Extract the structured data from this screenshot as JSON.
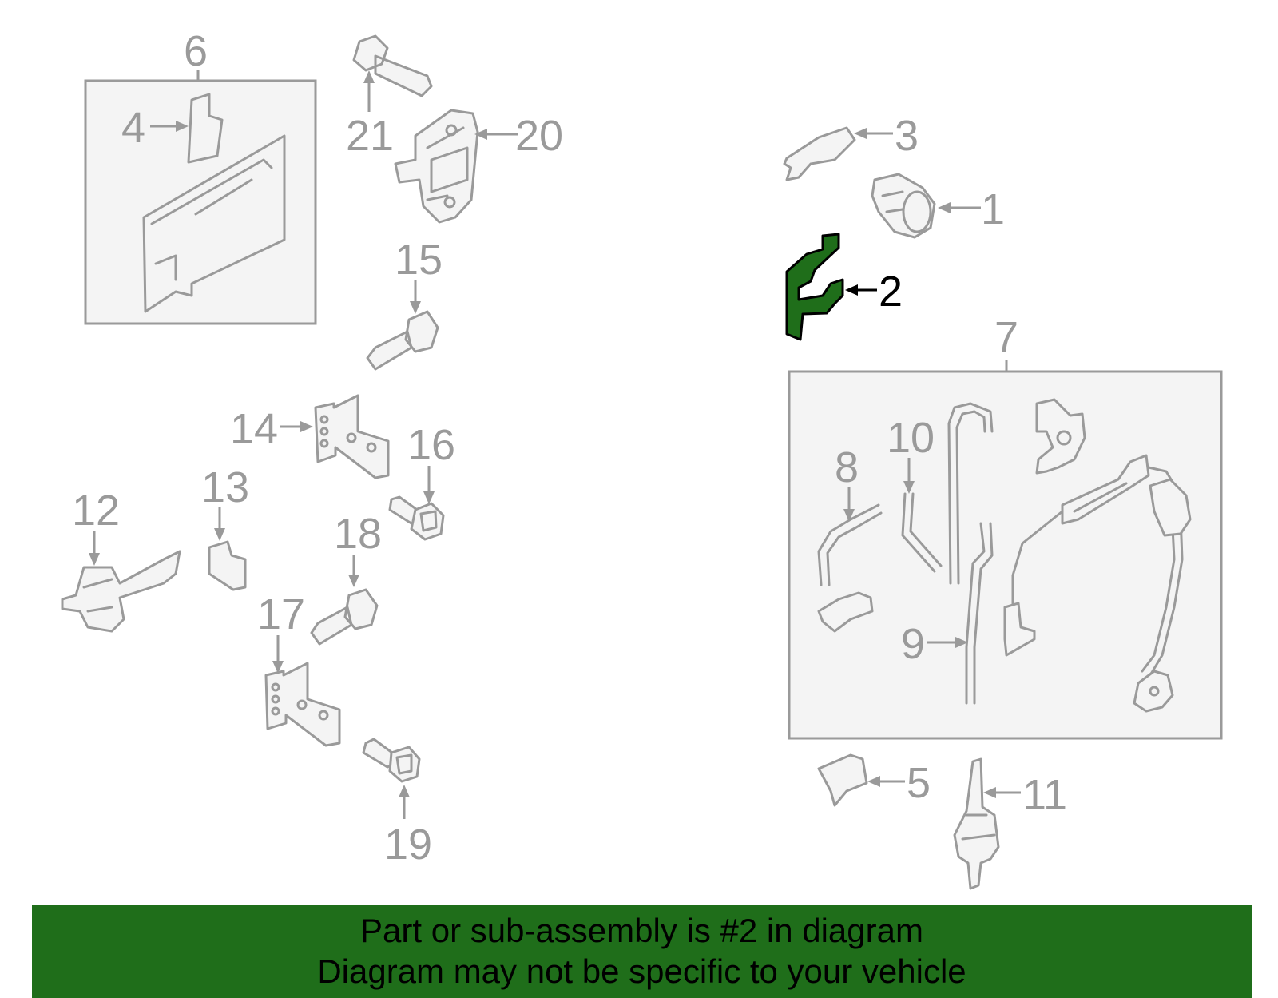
{
  "callouts": {
    "c1": "1",
    "c2": "2",
    "c3": "3",
    "c4": "4",
    "c5": "5",
    "c6": "6",
    "c7": "7",
    "c8": "8",
    "c9": "9",
    "c10": "10",
    "c11": "11",
    "c12": "12",
    "c13": "13",
    "c14": "14",
    "c15": "15",
    "c16": "16",
    "c17": "17",
    "c18": "18",
    "c19": "19",
    "c20": "20",
    "c21": "21"
  },
  "highlighted_part": "2",
  "colors": {
    "highlight": "#1f6e1a",
    "parts": "#9a9a9a",
    "banner": "#1f6e1a"
  },
  "banner": {
    "line1": "Part or sub-assembly is #2 in diagram",
    "line2": "Diagram may not be specific to your vehicle"
  }
}
